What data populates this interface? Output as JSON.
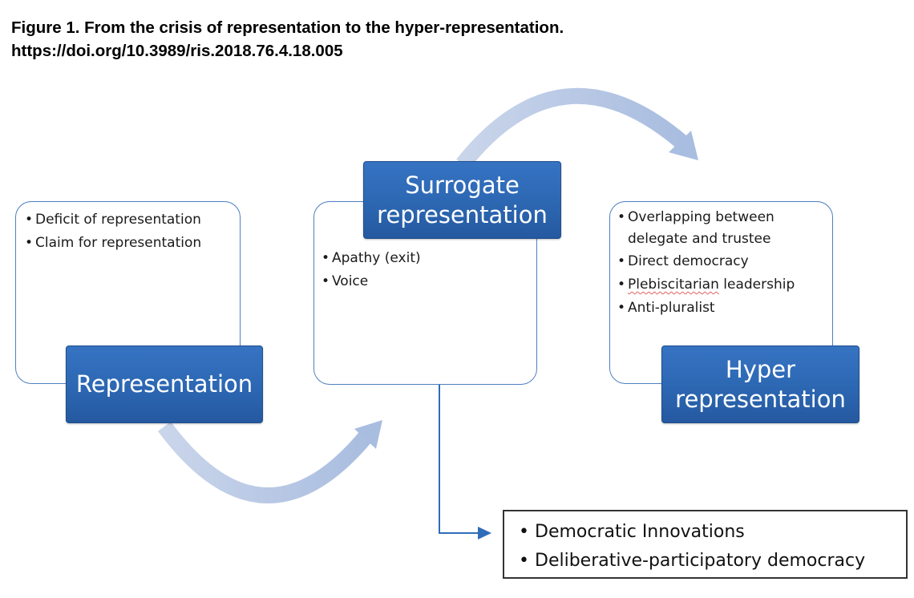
{
  "caption": {
    "line1": "Figure 1. From the crisis of representation to the hyper-representation.",
    "line2": "https://doi.org/10.3989/ris.2018.76.4.18.005"
  },
  "stages": [
    {
      "label": "Representation",
      "items": [
        "Deficit of representation",
        "Claim for representation"
      ]
    },
    {
      "label_line1": "Surrogate",
      "label_line2": "representation",
      "items": [
        "Apathy (exit)",
        "Voice"
      ]
    },
    {
      "label_line1": "Hyper",
      "label_line2": "representation",
      "items": [
        "Overlapping between",
        "delegate and trustee",
        "Direct democracy",
        "Plebiscitarian",
        "leadership",
        "Anti-pluralist"
      ]
    }
  ],
  "outcome": {
    "items": [
      "Democratic Innovations",
      "Deliberative-participatory democracy"
    ]
  },
  "colors": {
    "label_fill": "#2d68b4",
    "card_border": "#4f7fc0",
    "cycle_arrow": "#b8c8e4",
    "connector": "#2f6db8"
  }
}
